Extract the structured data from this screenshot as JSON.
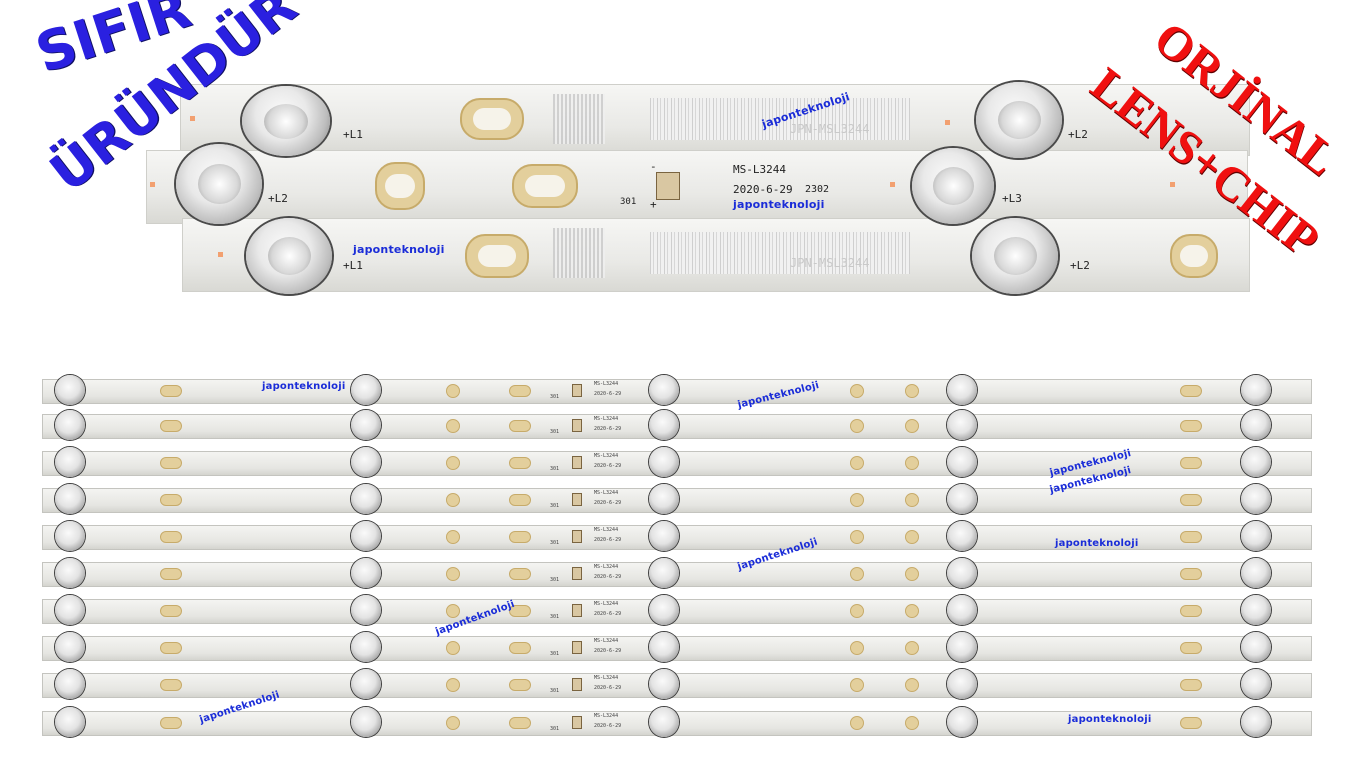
{
  "promo": {
    "left_line1": "SIFIR",
    "left_line2": "ÜRÜNDÜR",
    "right_line1": "ORJİNAL",
    "right_line2": "LENS+CHIP"
  },
  "colors": {
    "promo_blue": "#2a20e0",
    "promo_red": "#f01010",
    "watermark_blue": "#1a2cd8"
  },
  "closeup": {
    "watermarks": [
      "japonteknoloji",
      "japonteknoloji",
      "japonteknoloji"
    ],
    "part_labels": [
      "JPN-MSL3244",
      "JPN-MSL3244"
    ],
    "model": "MS-L3244",
    "date": "2020-6-29",
    "batch": "2302",
    "connector_ref": "301",
    "polarity_minus": "-",
    "polarity_plus": "+",
    "led_labels": [
      "+L1",
      "+L2",
      "+L1",
      "+L2",
      "+L3",
      "+L2"
    ]
  },
  "strips": {
    "model": "MS-L3244",
    "date": "2020-6-29",
    "ref": "301",
    "watermark": "japonteknoloji"
  }
}
